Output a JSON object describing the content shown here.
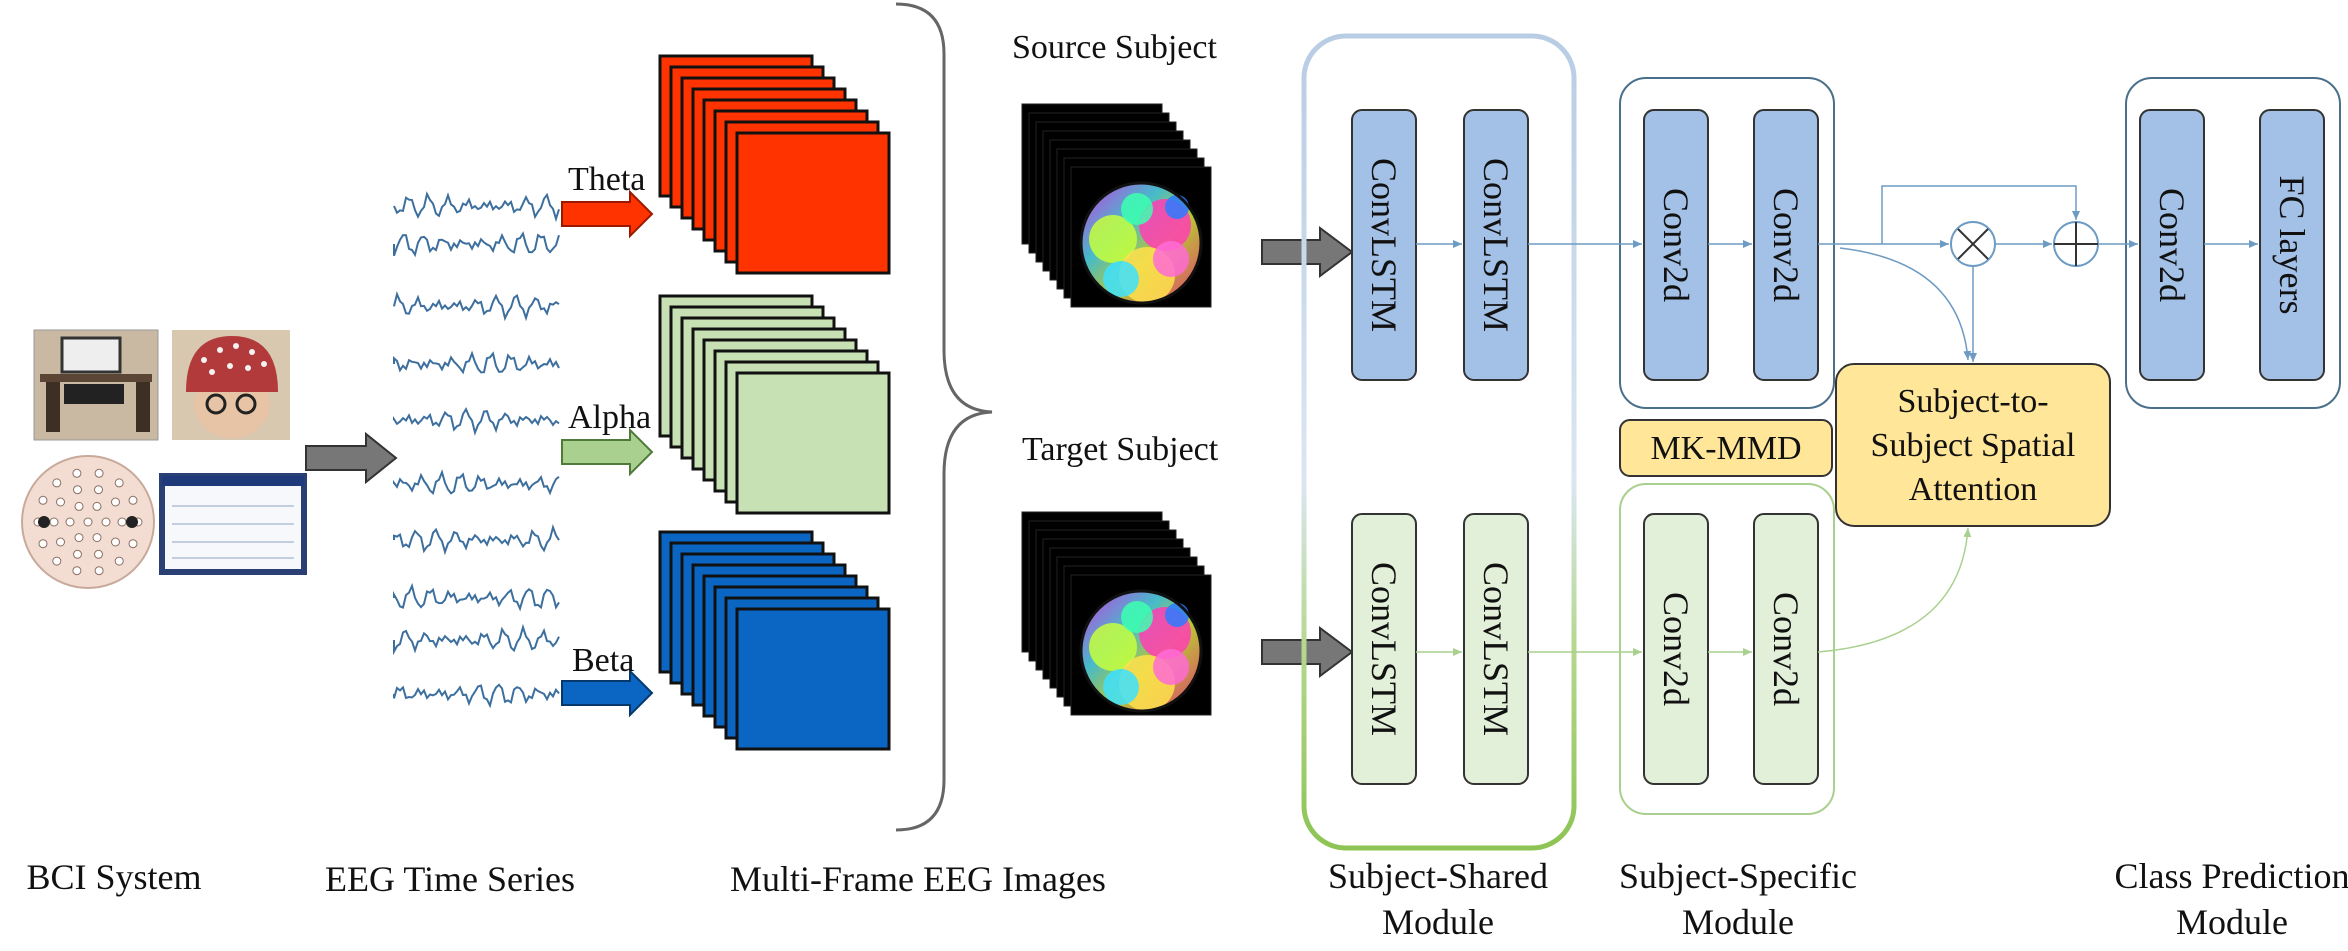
{
  "stages": {
    "bci_system": "BCI System",
    "eeg_time_series": "EEG Time Series",
    "multi_frame_images": "Multi-Frame EEG Images",
    "subject_shared_line1": "Subject-Shared",
    "subject_shared_line2": "Module",
    "subject_specific_line1": "Subject-Specific",
    "subject_specific_line2": "Module",
    "class_prediction_line1": "Class Prediction",
    "class_prediction_line2": "Module"
  },
  "bands": {
    "theta": "Theta",
    "alpha": "Alpha",
    "beta": "Beta"
  },
  "subjects": {
    "source": "Source Subject",
    "target": "Target Subject"
  },
  "blocks": {
    "convlstm": "ConvLSTM",
    "conv2d": "Conv2d",
    "fc_layers": "FC layers",
    "mkmmd": "MK-MMD",
    "attention_line1": "Subject-to-",
    "attention_line2": "Subject Spatial",
    "attention_line3": "Attention"
  },
  "colors": {
    "theta": "#ff3300",
    "alpha": "#c7e0b4",
    "beta": "#0a66c2",
    "source_block": "#a3c1e6",
    "target_block": "#e2efd9",
    "attention": "#ffe699",
    "shared_border_top": "#b8cce4",
    "shared_border_bottom": "#8dc453",
    "source_border": "#4a6f8a",
    "target_border": "#a9d08e"
  }
}
